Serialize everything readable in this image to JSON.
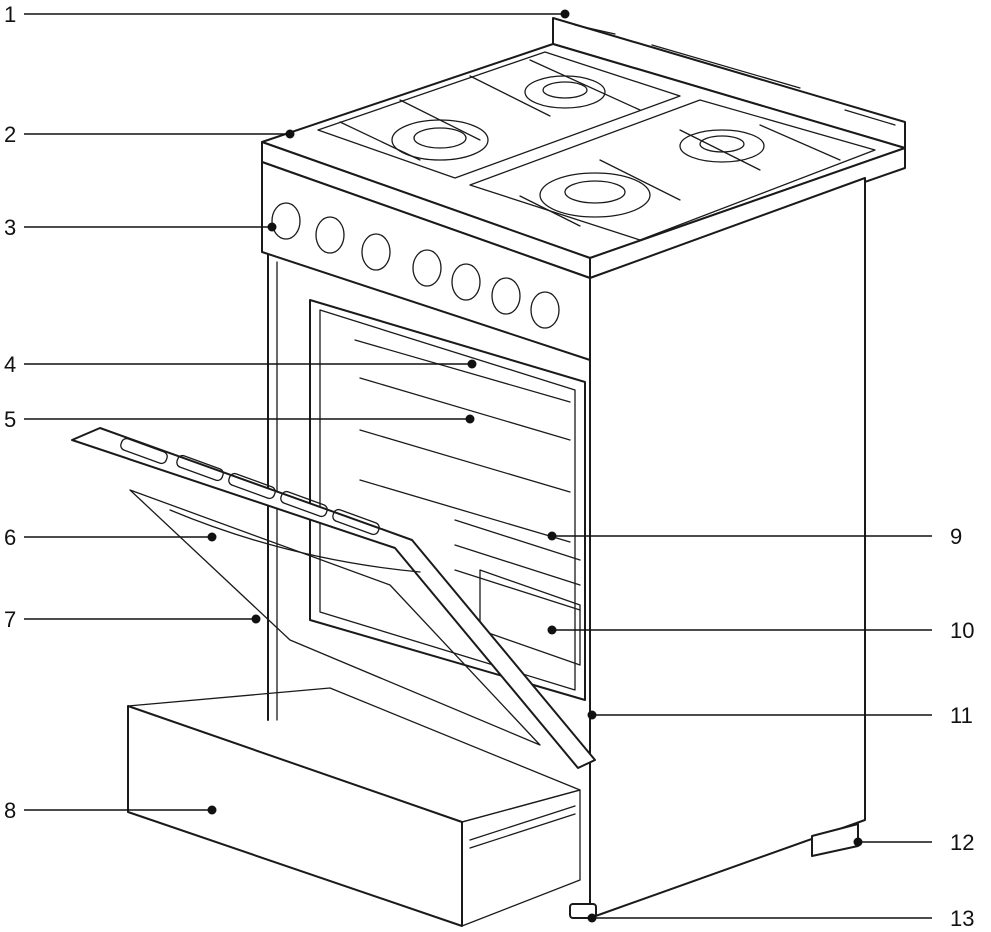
{
  "callouts": [
    {
      "number": "1",
      "side": "left",
      "part": "backguard"
    },
    {
      "number": "2",
      "side": "left",
      "part": "cooktop"
    },
    {
      "number": "3",
      "side": "left",
      "part": "control-knob"
    },
    {
      "number": "4",
      "side": "left",
      "part": "oven-light"
    },
    {
      "number": "5",
      "side": "left",
      "part": "temperature-sensor"
    },
    {
      "number": "6",
      "side": "left",
      "part": "door-handle"
    },
    {
      "number": "7",
      "side": "left",
      "part": "oven-door"
    },
    {
      "number": "8",
      "side": "left",
      "part": "storage-drawer"
    },
    {
      "number": "9",
      "side": "right",
      "part": "oven-rack"
    },
    {
      "number": "10",
      "side": "right",
      "part": "oven-bottom"
    },
    {
      "number": "11",
      "side": "right",
      "part": "door-hinge"
    },
    {
      "number": "12",
      "side": "right",
      "part": "anti-tip-bracket"
    },
    {
      "number": "13",
      "side": "right",
      "part": "leveling-leg"
    }
  ],
  "colors": {
    "line": "#1a1a1a",
    "background": "#ffffff"
  }
}
